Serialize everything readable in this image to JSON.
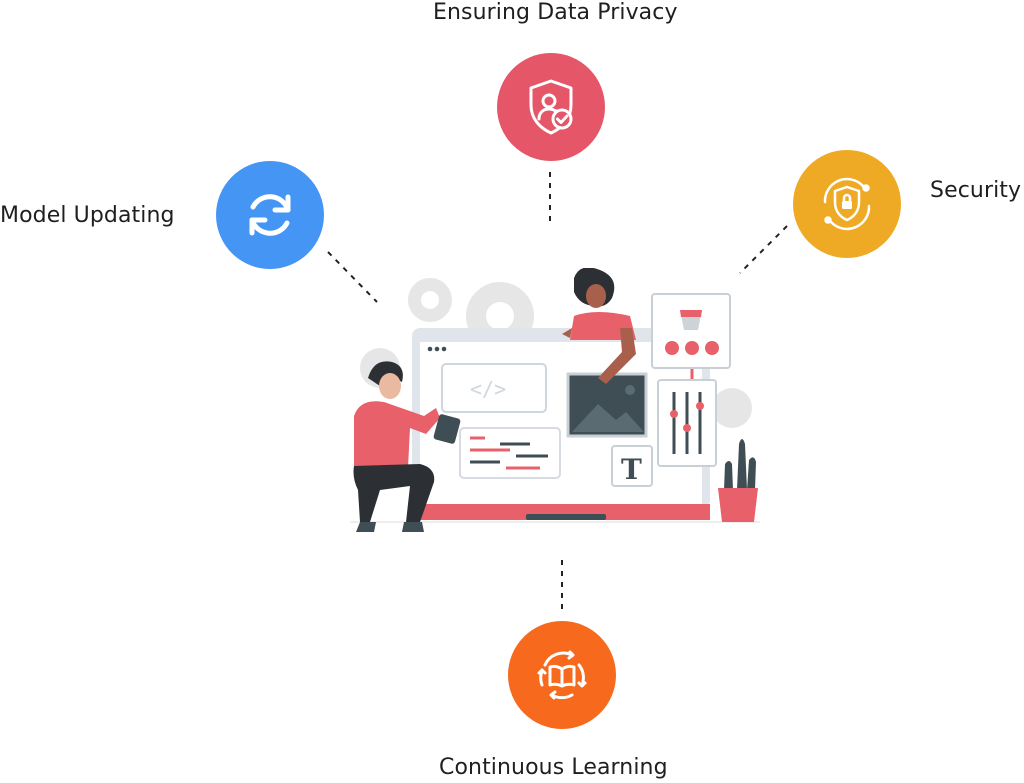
{
  "labels": {
    "data_privacy": "Ensuring Data Privacy",
    "model_updating": "Model Updating",
    "security": "Security",
    "continuous_learning": "Continuous Learning"
  },
  "colors": {
    "data_privacy": "#e45668",
    "model_updating": "#4595f5",
    "security": "#eeaa25",
    "continuous_learning": "#f76a1d",
    "accent_red": "#e8606a",
    "dark_slate": "#3f4e55"
  },
  "icons": {
    "data_privacy": "shield-user-check-icon",
    "model_updating": "refresh-icon",
    "security": "shield-lock-icon",
    "continuous_learning": "book-cycle-icon"
  }
}
